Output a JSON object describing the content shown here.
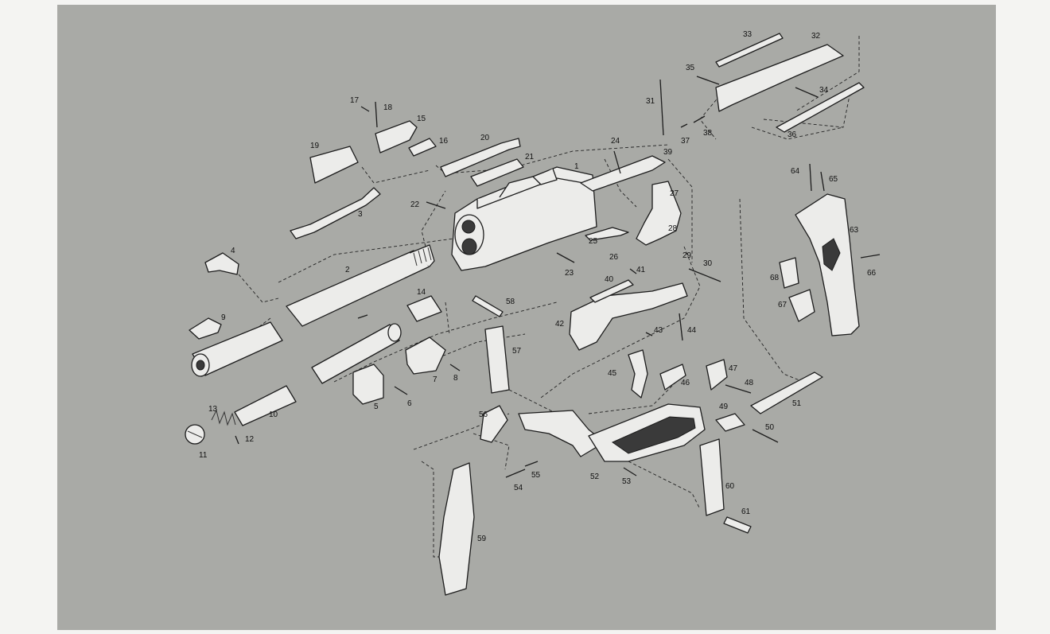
{
  "diagram": {
    "part_numbers": [
      "1",
      "2",
      "3",
      "4",
      "5",
      "6",
      "7",
      "8",
      "9",
      "10",
      "11",
      "12",
      "13",
      "14",
      "15",
      "16",
      "17",
      "18",
      "19",
      "20",
      "21",
      "22",
      "23",
      "24",
      "25",
      "26",
      "27",
      "28",
      "29",
      "30",
      "31",
      "32",
      "33",
      "34",
      "35",
      "36",
      "37",
      "38",
      "39",
      "40",
      "41",
      "42",
      "43",
      "44",
      "45",
      "46",
      "47",
      "48",
      "49",
      "50",
      "51",
      "52",
      "53",
      "54",
      "55",
      "56",
      "57",
      "58",
      "59",
      "60",
      "61",
      "63",
      "64",
      "65",
      "66",
      "67",
      "68"
    ]
  }
}
